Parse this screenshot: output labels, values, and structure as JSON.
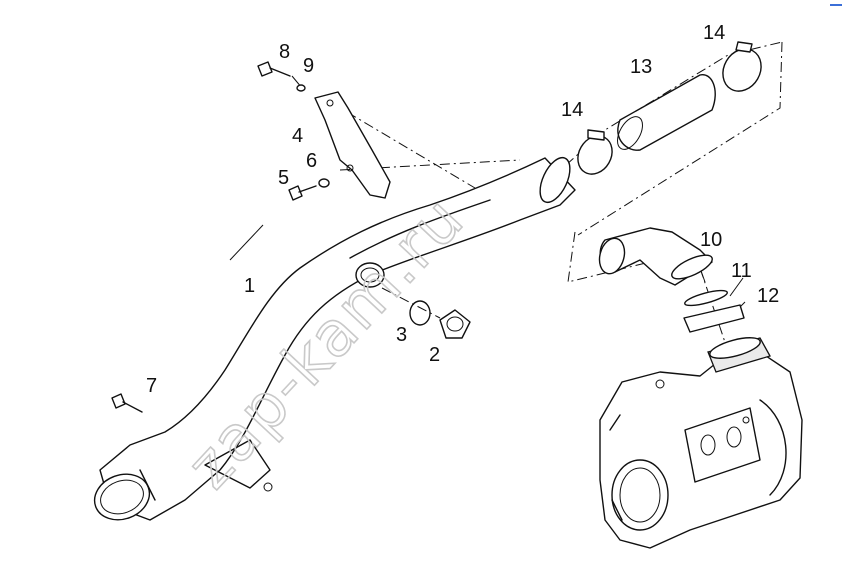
{
  "diagram": {
    "callouts": [
      {
        "id": "c1",
        "text": "1"
      },
      {
        "id": "c2",
        "text": "2"
      },
      {
        "id": "c3",
        "text": "3"
      },
      {
        "id": "c4",
        "text": "4"
      },
      {
        "id": "c5",
        "text": "5"
      },
      {
        "id": "c6",
        "text": "6"
      },
      {
        "id": "c7",
        "text": "7"
      },
      {
        "id": "c8",
        "text": "8"
      },
      {
        "id": "c9",
        "text": "9"
      },
      {
        "id": "c10",
        "text": "10"
      },
      {
        "id": "c11",
        "text": "11"
      },
      {
        "id": "c12",
        "text": "12"
      },
      {
        "id": "c13",
        "text": "13"
      },
      {
        "id": "c14a",
        "text": "14"
      },
      {
        "id": "c14b",
        "text": "14"
      }
    ],
    "watermark": "zap-kam.ru",
    "colors": {
      "line": "#111111",
      "watermark": "#c9c9c9",
      "corner_mark": "#3b6fd8"
    }
  }
}
